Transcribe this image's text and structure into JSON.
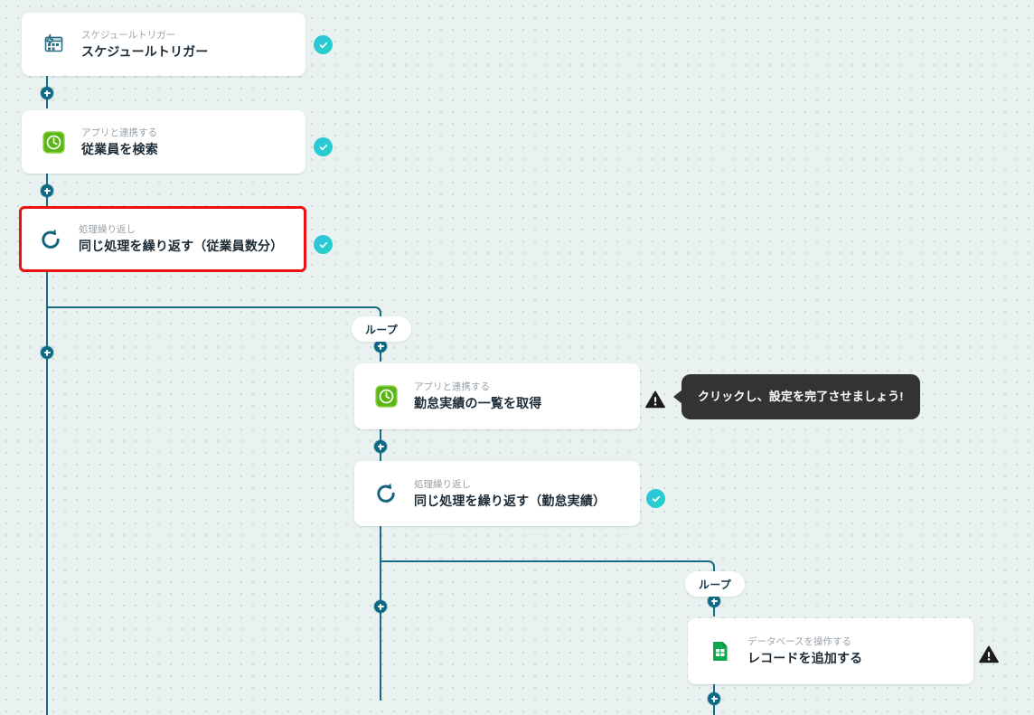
{
  "canvas": {
    "background_color": "#e9f2f0",
    "dot_color": "#8c9b9b",
    "edge_color": "#176b82"
  },
  "theme": {
    "accent": "#176b82",
    "check_badge_from": "#2fc1e0",
    "check_badge_to": "#21d4c4",
    "selection_border": "#ee1111",
    "tooltip_bg": "#333333",
    "card_bg": "#ffffff",
    "title_color": "#1d2b36",
    "subtitle_color": "#9aa2a8"
  },
  "nodes": [
    {
      "id": "schedule-trigger",
      "subtitle": "スケジュールトリガー",
      "title": "スケジュールトリガー",
      "icon": "calendar-bolt-icon",
      "status": "check",
      "selected": false
    },
    {
      "id": "search-employee",
      "subtitle": "アプリと連携する",
      "title": "従業員を検索",
      "icon": "green-clock-app-icon",
      "status": "check",
      "selected": false
    },
    {
      "id": "repeat-employees",
      "subtitle": "処理繰り返し",
      "title": "同じ処理を繰り返す（従業員数分）",
      "icon": "loop-arrow-icon",
      "status": "check",
      "selected": true
    },
    {
      "id": "get-attendance-list",
      "subtitle": "アプリと連携する",
      "title": "勤怠実績の一覧を取得",
      "icon": "green-clock-app-icon",
      "status": "warning",
      "selected": false
    },
    {
      "id": "repeat-attendance",
      "subtitle": "処理繰り返し",
      "title": "同じ処理を繰り返す（勤怠実績）",
      "icon": "loop-arrow-icon",
      "status": "check",
      "selected": false
    },
    {
      "id": "add-record",
      "subtitle": "データベースを操作する",
      "title": "レコードを追加する",
      "icon": "green-spreadsheet-icon",
      "status": "warning",
      "selected": false
    }
  ],
  "loop_labels": [
    {
      "id": "loop-label-1",
      "label": "ループ"
    },
    {
      "id": "loop-label-2",
      "label": "ループ"
    }
  ],
  "tooltip": {
    "text": "クリックし、設定を完了させましょう!",
    "target": "get-attendance-list"
  },
  "add_buttons": [
    {
      "id": "add-step-1",
      "label": "+"
    },
    {
      "id": "add-step-2",
      "label": "+"
    },
    {
      "id": "add-step-3",
      "label": "+"
    },
    {
      "id": "add-step-4",
      "label": "+"
    },
    {
      "id": "add-step-5",
      "label": "+"
    },
    {
      "id": "add-step-6",
      "label": "+"
    },
    {
      "id": "add-step-7",
      "label": "+"
    }
  ]
}
